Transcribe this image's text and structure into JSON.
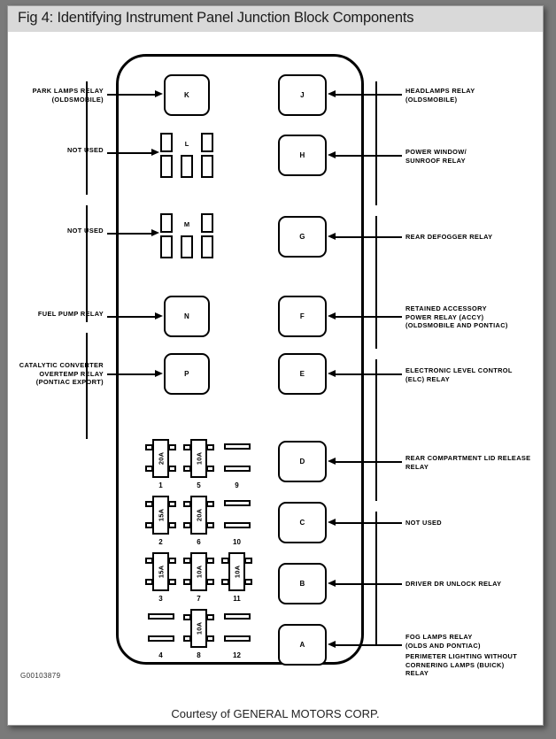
{
  "figure": {
    "title": "Fig 4: Identifying Instrument Panel Junction Block Components",
    "id_code": "G00103879",
    "courtesy": "Courtesy of GENERAL MOTORS CORP."
  },
  "left_callouts": [
    {
      "label": "PARK LAMPS RELAY\n(OLDSMOBILE)",
      "target": "K"
    },
    {
      "label": "NOT USED",
      "target": "L"
    },
    {
      "label": "NOT USED",
      "target": "M"
    },
    {
      "label": "FUEL PUMP RELAY",
      "target": "N"
    },
    {
      "label": "CATALYTIC CONVERTER\nOVERTEMP RELAY\n(PONTIAC EXPORT)",
      "target": "P"
    }
  ],
  "right_callouts": [
    {
      "label": "HEADLAMPS RELAY\n(OLDSMOBILE)",
      "target": "J"
    },
    {
      "label": "POWER WINDOW/\nSUNROOF RELAY",
      "target": "H"
    },
    {
      "label": "REAR DEFOGGER RELAY",
      "target": "G"
    },
    {
      "label": "RETAINED ACCESSORY\nPOWER RELAY (ACCY)\n(OLDSMOBILE AND PONTIAC)",
      "target": "F"
    },
    {
      "label": "ELECTRONIC LEVEL CONTROL\n(ELC) RELAY",
      "target": "E"
    },
    {
      "label": "REAR COMPARTMENT LID RELEASE\nRELAY",
      "target": "D"
    },
    {
      "label": "NOT USED",
      "target": "C"
    },
    {
      "label": "DRIVER DR UNLOCK RELAY",
      "target": "B"
    },
    {
      "label": "FOG LAMPS RELAY\n(OLDS AND PONTIAC)",
      "target": "A"
    },
    {
      "label": "PERIMETER LIGHTING WITHOUT\nCORNERING LAMPS (BUICK)\nRELAY",
      "target": "A"
    }
  ],
  "relays": {
    "left_column": [
      {
        "letter": "K"
      },
      {
        "letter": "N"
      },
      {
        "letter": "P"
      }
    ],
    "left_sockets": [
      {
        "letter": "L"
      },
      {
        "letter": "M"
      }
    ],
    "right_column": [
      {
        "letter": "J"
      },
      {
        "letter": "H"
      },
      {
        "letter": "G"
      },
      {
        "letter": "F"
      },
      {
        "letter": "E"
      },
      {
        "letter": "D"
      },
      {
        "letter": "C"
      },
      {
        "letter": "B"
      },
      {
        "letter": "A"
      }
    ]
  },
  "fuses": {
    "columns": 3,
    "rows": 4,
    "cells": [
      {
        "number": "1",
        "amps": "20A",
        "occupied": true
      },
      {
        "number": "5",
        "amps": "10A",
        "occupied": true
      },
      {
        "number": "9",
        "amps": "",
        "occupied": false
      },
      {
        "number": "2",
        "amps": "15A",
        "occupied": true
      },
      {
        "number": "6",
        "amps": "20A",
        "occupied": true
      },
      {
        "number": "10",
        "amps": "",
        "occupied": false
      },
      {
        "number": "3",
        "amps": "15A",
        "occupied": true
      },
      {
        "number": "7",
        "amps": "10A",
        "occupied": true
      },
      {
        "number": "11",
        "amps": "10A",
        "occupied": true
      },
      {
        "number": "4",
        "amps": "",
        "occupied": false
      },
      {
        "number": "8",
        "amps": "10A",
        "occupied": true
      },
      {
        "number": "12",
        "amps": "",
        "occupied": false
      }
    ]
  }
}
